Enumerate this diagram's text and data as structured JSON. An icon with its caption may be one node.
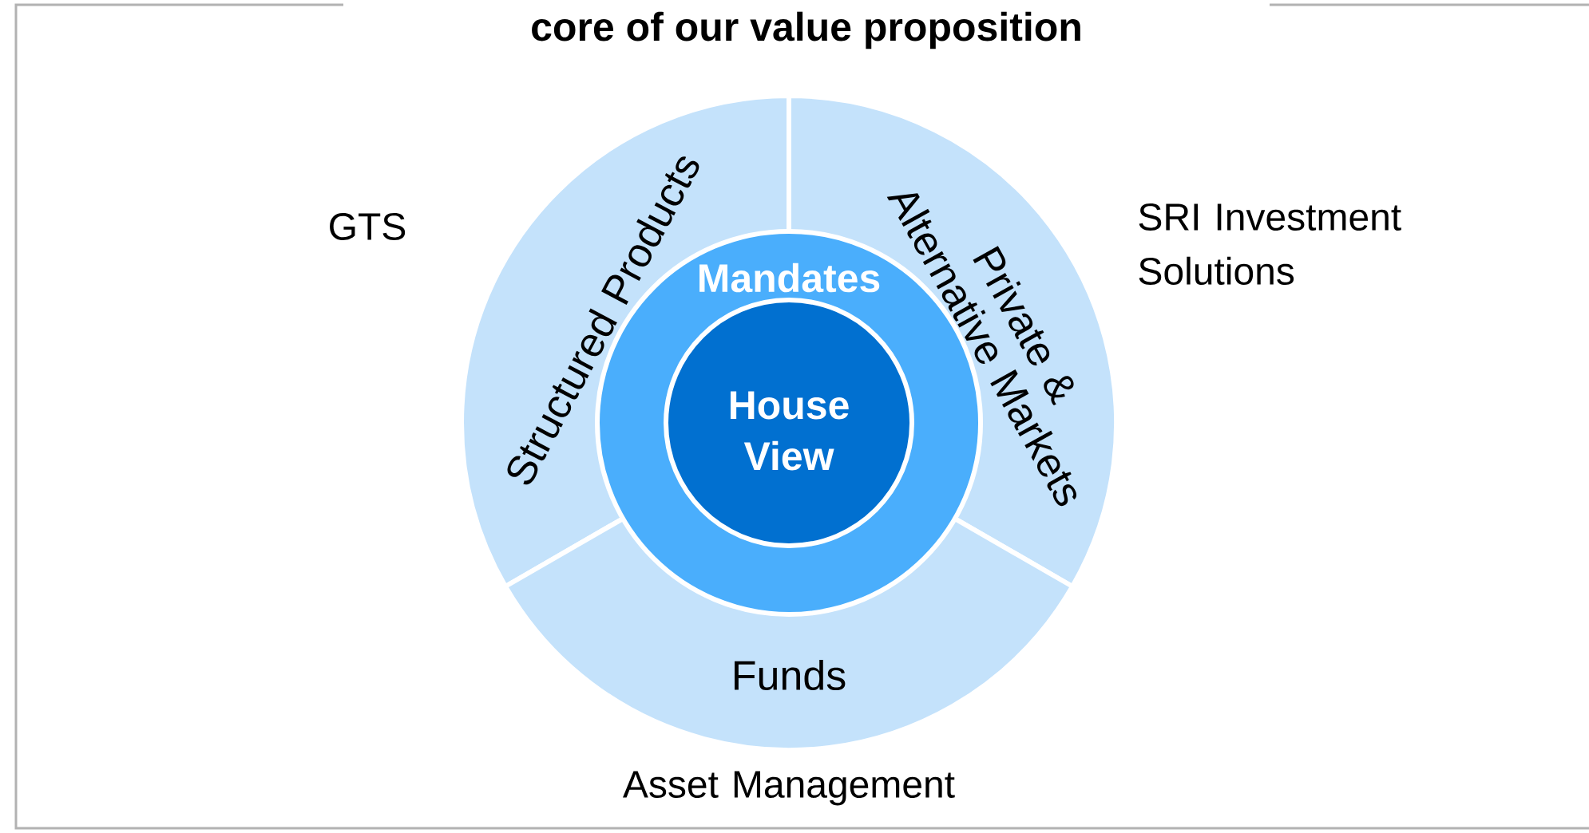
{
  "diagram": {
    "title": "core of our value proposition",
    "nodes": [
      {
        "text": [
          "Structured Products"
        ]
      },
      {
        "text": [
          "Private & Alternative Markets"
        ]
      },
      {
        "text": [
          "Mandates"
        ]
      },
      {
        "text": [
          "House View"
        ],
        "in": 2
      },
      {
        "text": [
          "Funds"
        ]
      }
    ],
    "labels": [
      "GTS",
      "SRI Investment Solutions",
      "Asset Management"
    ]
  }
}
